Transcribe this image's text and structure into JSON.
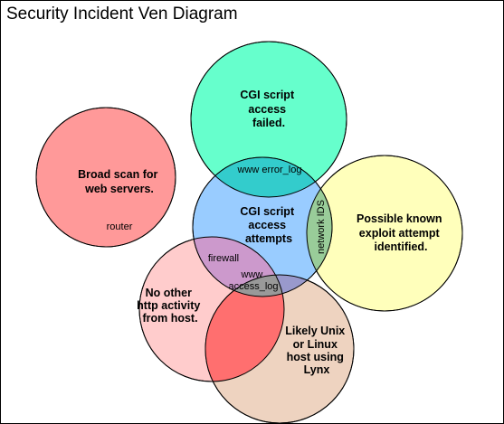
{
  "title": "Security Incident Ven Diagram",
  "colors": {
    "failed": "#66ffcc",
    "broad_scan": "#ff9999",
    "exploit": "#ffffbb",
    "cgi_attempts": "#99ccff",
    "no_http": "#ffcccc",
    "unix_lynx": "#eed3c0",
    "error_log_overlap": "#33cccc",
    "network_ids_overlap": "#99cc99",
    "firewall_overlap": "#cc99cc",
    "access_log_bottom_overlap": "#9999cc",
    "access_log_core": "#999999",
    "lower_lens": "#ff6f6f"
  },
  "circles": {
    "failed": {
      "lines": [
        "CGI script",
        "access",
        "failed."
      ]
    },
    "broad_scan": {
      "lines": [
        "Broad scan for",
        "web servers."
      ],
      "sublabel": "router"
    },
    "exploit": {
      "lines": [
        "Possible known",
        "exploit attempt",
        "identified."
      ]
    },
    "cgi_attempts": {
      "lines": [
        "CGI script",
        "access",
        "attempts"
      ]
    },
    "no_http": {
      "lines": [
        "No other",
        "http activity",
        "from host."
      ]
    },
    "unix_lynx": {
      "lines": [
        "Likely Unix",
        "or Linux",
        "host using",
        "Lynx"
      ]
    }
  },
  "overlaps": {
    "error_log": "www error_log",
    "network_ids": "network IDS",
    "firewall": "firewall",
    "access_log": [
      "www",
      "access_log"
    ]
  }
}
